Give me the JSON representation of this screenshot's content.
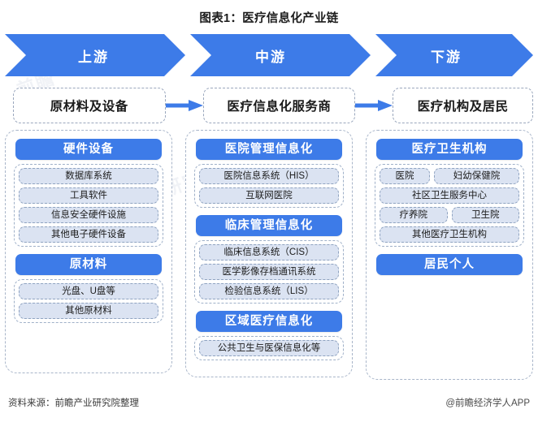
{
  "title": "图表1：医疗信息化产业链",
  "banner": {
    "color": "#3d7be8",
    "stages": [
      {
        "label": "上游"
      },
      {
        "label": "中游"
      },
      {
        "label": "下游"
      }
    ]
  },
  "stage_boxes": [
    {
      "label": "原材料及设备"
    },
    {
      "label": "医疗信息化服务商"
    },
    {
      "label": "医疗机构及居民"
    }
  ],
  "arrow_icon": "right-arrow-icon",
  "columns": [
    {
      "name": "upstream",
      "groups": [
        {
          "header": "硬件设备",
          "items": [
            {
              "label": "数据库系统"
            },
            {
              "label": "工具软件"
            },
            {
              "label": "信息安全硬件设施"
            },
            {
              "label": "其他电子硬件设备"
            }
          ]
        },
        {
          "header": "原材料",
          "items": [
            {
              "label": "光盘、U盘等"
            },
            {
              "label": "其他原材料"
            }
          ]
        }
      ]
    },
    {
      "name": "midstream",
      "groups": [
        {
          "header": "医院管理信息化",
          "items": [
            {
              "label": "医院信息系统（HIS）"
            },
            {
              "label": "互联网医院"
            }
          ]
        },
        {
          "header": "临床管理信息化",
          "items": [
            {
              "label": "临床信息系统（CIS）"
            },
            {
              "label": "医学影像存档通讯系统"
            },
            {
              "label": "检验信息系统（LIS）"
            }
          ]
        },
        {
          "header": "区域医疗信息化",
          "items": [
            {
              "label": "公共卫生与医保信息化等"
            }
          ]
        }
      ]
    },
    {
      "name": "downstream",
      "groups": [
        {
          "header": "医疗卫生机构",
          "rows": [
            {
              "pair": [
                {
                  "label": "医院"
                },
                {
                  "label": "妇幼保健院"
                }
              ]
            },
            {
              "single": {
                "label": "社区卫生服务中心"
              }
            },
            {
              "pair": [
                {
                  "label": "疗养院"
                },
                {
                  "label": "卫生院"
                }
              ]
            },
            {
              "single": {
                "label": "其他医疗卫生机构"
              }
            }
          ]
        },
        {
          "header": "居民个人",
          "items": []
        }
      ]
    }
  ],
  "footer": {
    "source": "资料来源：前瞻产业研究院整理",
    "credit": "@前瞻经济学人APP"
  },
  "watermarks": {
    "w1": "前瞻",
    "w2": "研究院",
    "w3": "前瞻"
  },
  "colors": {
    "accent_blue": "#3d7be8",
    "item_fill": "#dbe3f2",
    "dash_border": "#8fa3c0"
  }
}
